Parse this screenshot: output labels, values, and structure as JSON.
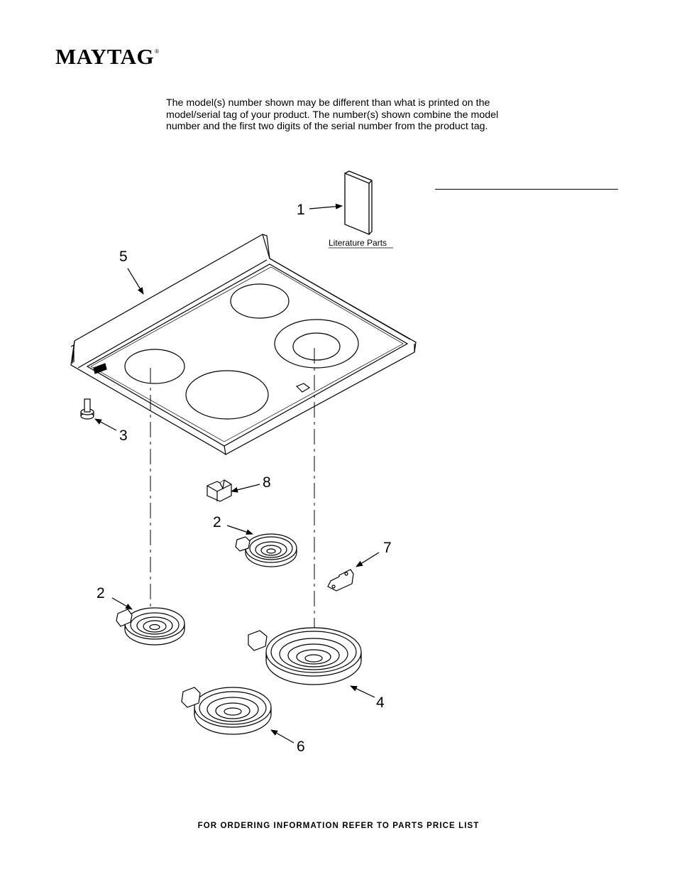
{
  "brand": {
    "name": "MAYTAG",
    "registered_mark": "®"
  },
  "disclaimer": {
    "lines": [
      "The model(s) number shown may be different than what is printed on the",
      "model/serial tag of your product. The number(s) shown combine the model",
      "number and the first two digits of the serial number from the product tag."
    ]
  },
  "diagram": {
    "literature_label": "Literature Parts",
    "callouts": [
      "1",
      "5",
      "3",
      "8",
      "2",
      "7",
      "2",
      "4",
      "6"
    ]
  },
  "footer": {
    "text": "FOR ORDERING INFORMATION REFER TO PARTS PRICE LIST"
  }
}
